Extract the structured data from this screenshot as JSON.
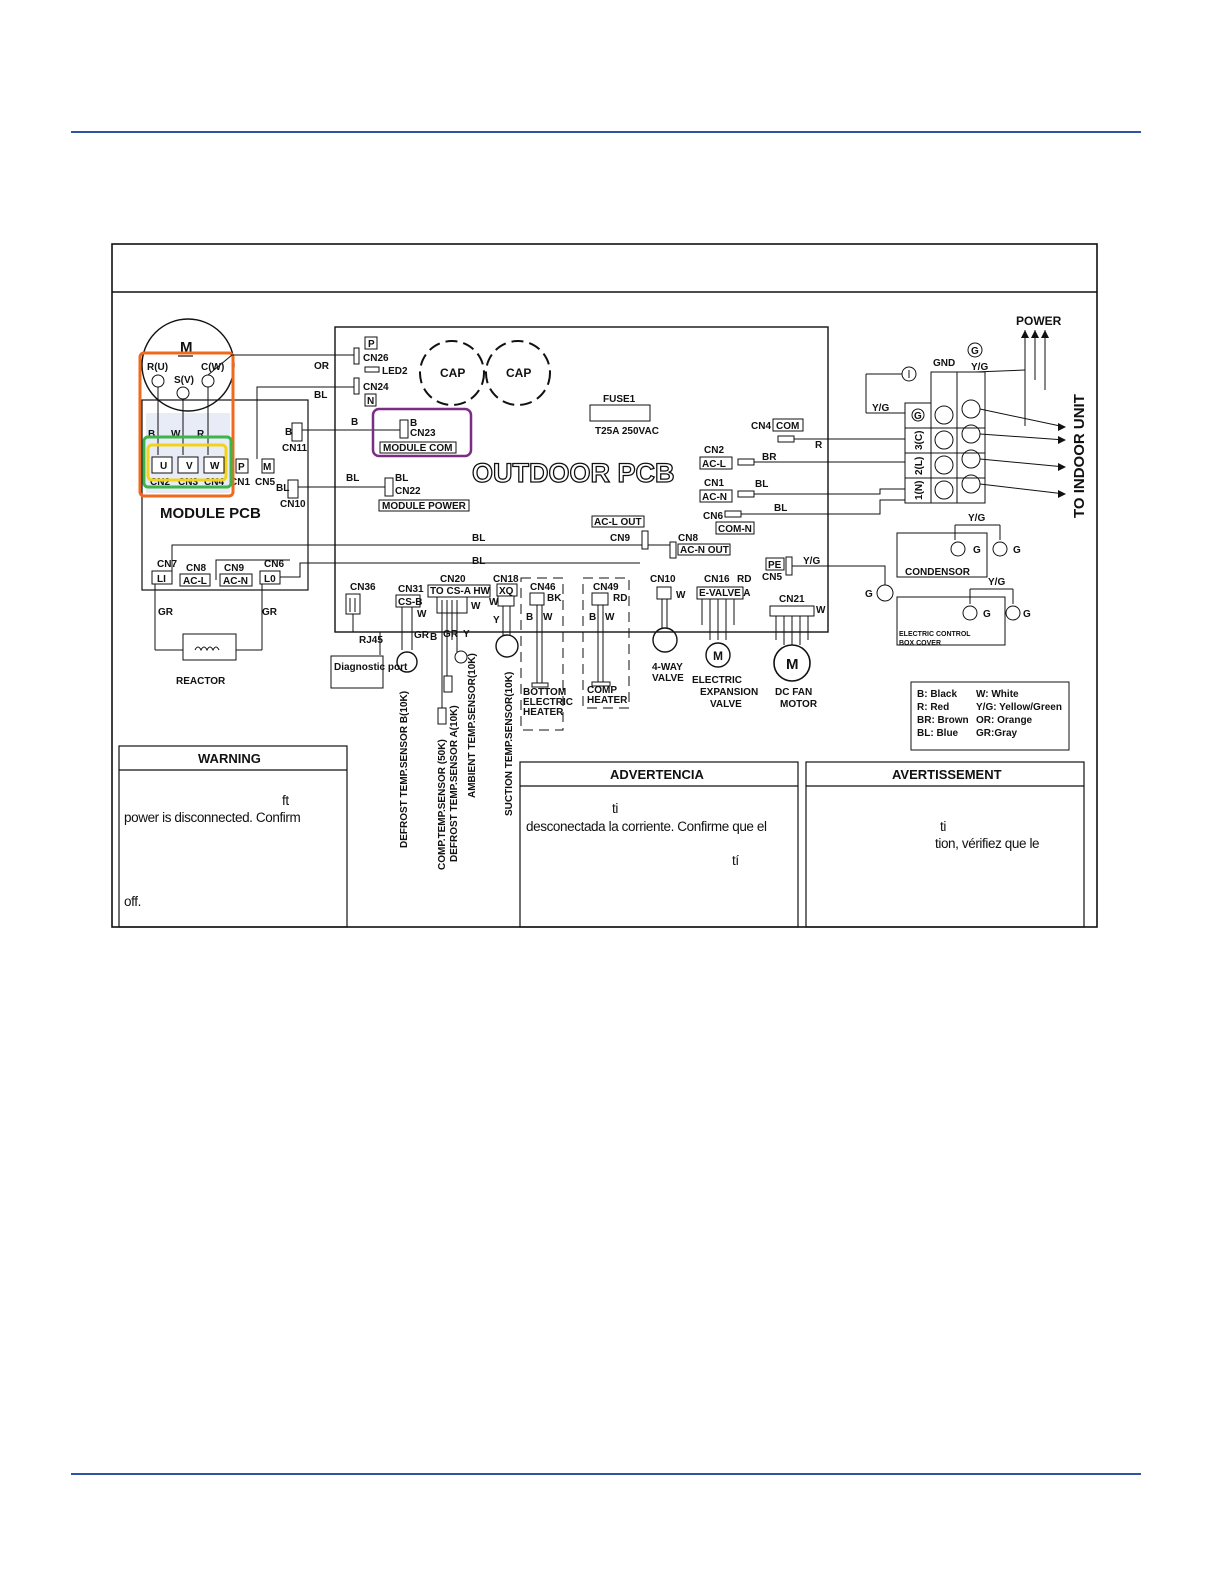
{
  "module": {
    "motor_letter": "M",
    "phase_labels": [
      "R(U)",
      "S(V)",
      "C(W)"
    ],
    "wire_letters": [
      "B",
      "W",
      "R"
    ],
    "terminals": [
      "U",
      "V",
      "W"
    ],
    "conn_labels": [
      "CN2",
      "CN3",
      "CN4",
      "CN1",
      "CN5"
    ],
    "pm": [
      "P",
      "M"
    ],
    "title": "MODULE PCB",
    "bottom_conns": [
      "CN7",
      "CN8",
      "CN9",
      "CN6"
    ],
    "bottom_terms": [
      "LI",
      "AC-L",
      "AC-N",
      "L0"
    ],
    "gr": "GR",
    "reactor": "REACTOR",
    "cn11": "CN11",
    "cn10": "CN10",
    "b": "B",
    "bl": "BL"
  },
  "pcb": {
    "title": "OUTDOOR PCB",
    "p": "P",
    "n": "N",
    "cn26": "CN26",
    "led": "LED2",
    "cn24": "CN24",
    "or": "OR",
    "bl": "BL",
    "b": "B",
    "cn23": "CN23",
    "module_com": "MODULE COM",
    "cn22": "CN22",
    "module_power": "MODULE POWER",
    "cap": "CAP",
    "fuse": "FUSE1",
    "fuse_rating": "T25A 250VAC",
    "cn4": "CN4",
    "com": "COM",
    "r": "R",
    "cn2": "CN2",
    "acl": "AC-L",
    "br": "BR",
    "cn1": "CN1",
    "acn": "AC-N",
    "cn6": "CN6",
    "com_n": "COM-N",
    "acl_out": "AC-L OUT",
    "cn9": "CN9",
    "cn8": "CN8",
    "acn_out": "AC-N OUT",
    "pe": "PE",
    "cn5": "CN5",
    "yg": "Y/G"
  },
  "bottom": {
    "cn36": "CN36",
    "rj45": "RJ45",
    "diag": "Diagnostic port",
    "cn31": "CN31",
    "cs_b": "CS-B",
    "w": "W",
    "gr": "GR",
    "cn20": "CN20",
    "to_cs": "TO CS-A HW",
    "b": "B",
    "y": "Y",
    "cn18": "CN18",
    "xq": "XQ",
    "cn46": "CN46",
    "bk": "BK",
    "cn49": "CN49",
    "rd": "RD",
    "cn10": "CN10",
    "cn16": "CN16",
    "evalve": "E-VALVE A",
    "cn21": "CN21",
    "sensor1": "DEFROST TEMP.SENSOR B(10K)",
    "sensor2": "COMP.TEMP.SENSOR (50K)",
    "sensor3": "DEFROST TEMP.SENSOR A(10K)",
    "sensor4": "AMBIENT TEMP.SENSOR(10K)",
    "sensor5": "SUCTION TEMP.SENSOR(10K)",
    "bottom_heater": [
      "BOTTOM",
      "ELECTRIC",
      "HEATER"
    ],
    "comp_heater": [
      "COMP",
      "HEATER"
    ],
    "four_way": [
      "4-WAY",
      "VALVE"
    ],
    "eev": [
      "ELECTRIC",
      "EXPANSION",
      "VALVE"
    ],
    "fan": [
      "DC FAN",
      "MOTOR"
    ],
    "m": "M"
  },
  "power": {
    "power": "POWER",
    "to_indoor": "TO INDOOR UNIT",
    "gnd": "GND",
    "yg": "Y/G",
    "g": "G",
    "terms": [
      "3(C)",
      "2(L)",
      "1(N)"
    ],
    "condenser": "CONDENSOR",
    "ecb": [
      "ELECTRIC CONTROL",
      "BOX COVER"
    ]
  },
  "legend": [
    [
      "B: Black",
      "W: White"
    ],
    [
      "R: Red",
      "Y/G: Yellow/Green"
    ],
    [
      "BR: Brown",
      "OR: Orange"
    ],
    [
      "BL: Blue",
      "GR:Gray"
    ]
  ],
  "warnings": {
    "en_title": "WARNING",
    "es_title": "ADVERTENCIA",
    "fr_title": "AVERTISSEMENT",
    "en_frag1": "ft",
    "en_frag2": "power is disconnected. Confirm",
    "en_frag3": "off.",
    "es_frag1": "ti",
    "es_frag2": "desconectada la corriente. Confirme que el",
    "es_frag3": "tí",
    "fr_frag1": "ti",
    "fr_frag2": "tion, vérifiez que le"
  }
}
